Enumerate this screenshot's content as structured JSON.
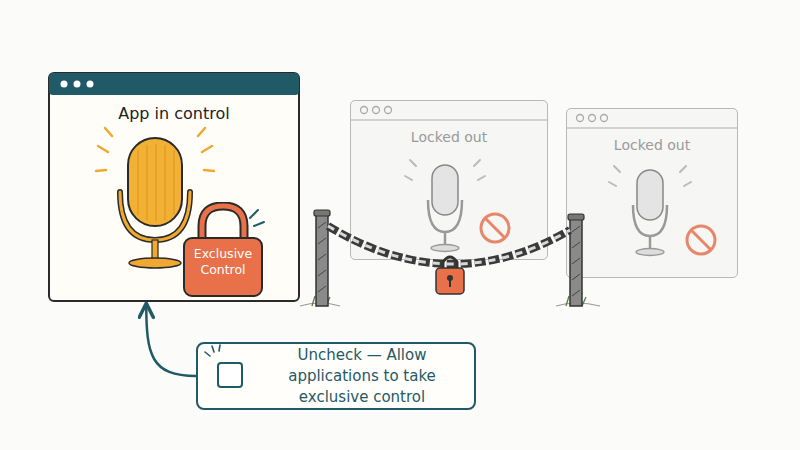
{
  "diagram": {
    "nodes": [
      {
        "text": [
          "App in control"
        ]
      },
      {
        "text": [
          "Exclusive Control"
        ],
        "in": 0
      },
      {
        "text": [
          "Locked out"
        ]
      },
      {
        "text": [
          "Locked out"
        ]
      },
      {
        "text": [
          "Uncheck — Allow applications to take exclusive control"
        ]
      }
    ],
    "edges": [
      {
        "from": 4,
        "to": 0,
        "arrow": "to"
      }
    ]
  }
}
